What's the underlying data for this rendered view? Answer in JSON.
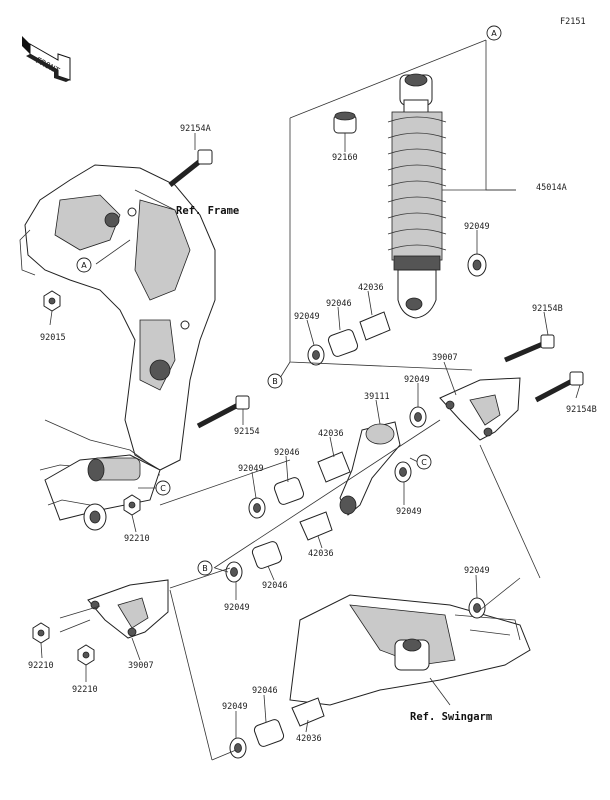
{
  "diagram_code": "F2151",
  "front_label": "FRONT",
  "ref_frame": "Ref. Frame",
  "ref_swingarm": "Ref. Swingarm",
  "callouts": {
    "a1": "A",
    "a2": "A",
    "b1": "B",
    "b2": "B",
    "c1": "C",
    "c2": "C"
  },
  "parts": {
    "p92154A": "92154A",
    "p92160": "92160",
    "p45014A": "45014A",
    "p92049_top": "92049",
    "p42036_top": "42036",
    "p92046_top": "92046",
    "p92049_topleft": "92049",
    "p92015": "92015",
    "p92154B_top": "92154B",
    "p39007_top": "39007",
    "p92049_mid": "92049",
    "p39111": "39111",
    "p92154B_right": "92154B",
    "p92154": "92154",
    "p42036_mid": "42036",
    "p92046_mid": "92046",
    "p92049_left": "92049",
    "p92049_c": "92049",
    "p92210_mid": "92210",
    "p42036_low": "42036",
    "p92046_low": "92046",
    "p92049_low": "92049",
    "p92049_right": "92049",
    "p92210_left": "92210",
    "p39007_low": "39007",
    "p92210_low": "92210",
    "p92046_bottom": "92046",
    "p92049_bottom": "92049",
    "p42036_bottom": "42036"
  }
}
